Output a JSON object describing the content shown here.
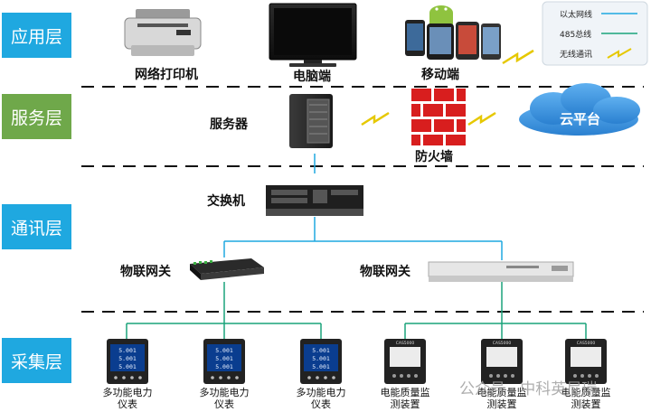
{
  "layers": [
    {
      "id": "app",
      "label": "应用层",
      "color": "#1fa8e0"
    },
    {
      "id": "service",
      "label": "服务层",
      "color": "#6fa84a"
    },
    {
      "id": "comm",
      "label": "通讯层",
      "color": "#1fa8e0"
    },
    {
      "id": "collect",
      "label": "采集层",
      "color": "#1fa8e0"
    }
  ],
  "app_devices": {
    "printer": "网络打印机",
    "pc": "电脑端",
    "mobile": "移动端"
  },
  "service_devices": {
    "server": "服务器",
    "firewall": "防火墙",
    "cloud": "云平台"
  },
  "comm_devices": {
    "switch": "交换机",
    "gateway_left": "物联网关",
    "gateway_right": "物联网关"
  },
  "meters": [
    {
      "line1": "多功能电力",
      "line2": "仪表",
      "readings": [
        "5.001",
        "5.001",
        "5.001"
      ]
    },
    {
      "line1": "多功能电力",
      "line2": "仪表",
      "readings": [
        "5.001",
        "5.001",
        "5.001"
      ]
    },
    {
      "line1": "多功能电力",
      "line2": "仪表",
      "readings": [
        "5.001",
        "5.001",
        "5.001"
      ]
    },
    {
      "line1": "电能质量监",
      "line2": "测装置",
      "brand": "CAS5000"
    },
    {
      "line1": "电能质量监",
      "line2": "测装置",
      "brand": "CAS5000"
    },
    {
      "line1": "电能质量监",
      "line2": "测装置",
      "brand": "CAS5000"
    }
  ],
  "legend": {
    "ethernet": "以太网线",
    "rs485": "485总线",
    "wireless": "无线通讯",
    "ethernet_color": "#1fa8e0",
    "rs485_color": "#1aa37a",
    "wireless_color": "#e6c800"
  },
  "watermark": "公众号 · 中科英尼瑞"
}
